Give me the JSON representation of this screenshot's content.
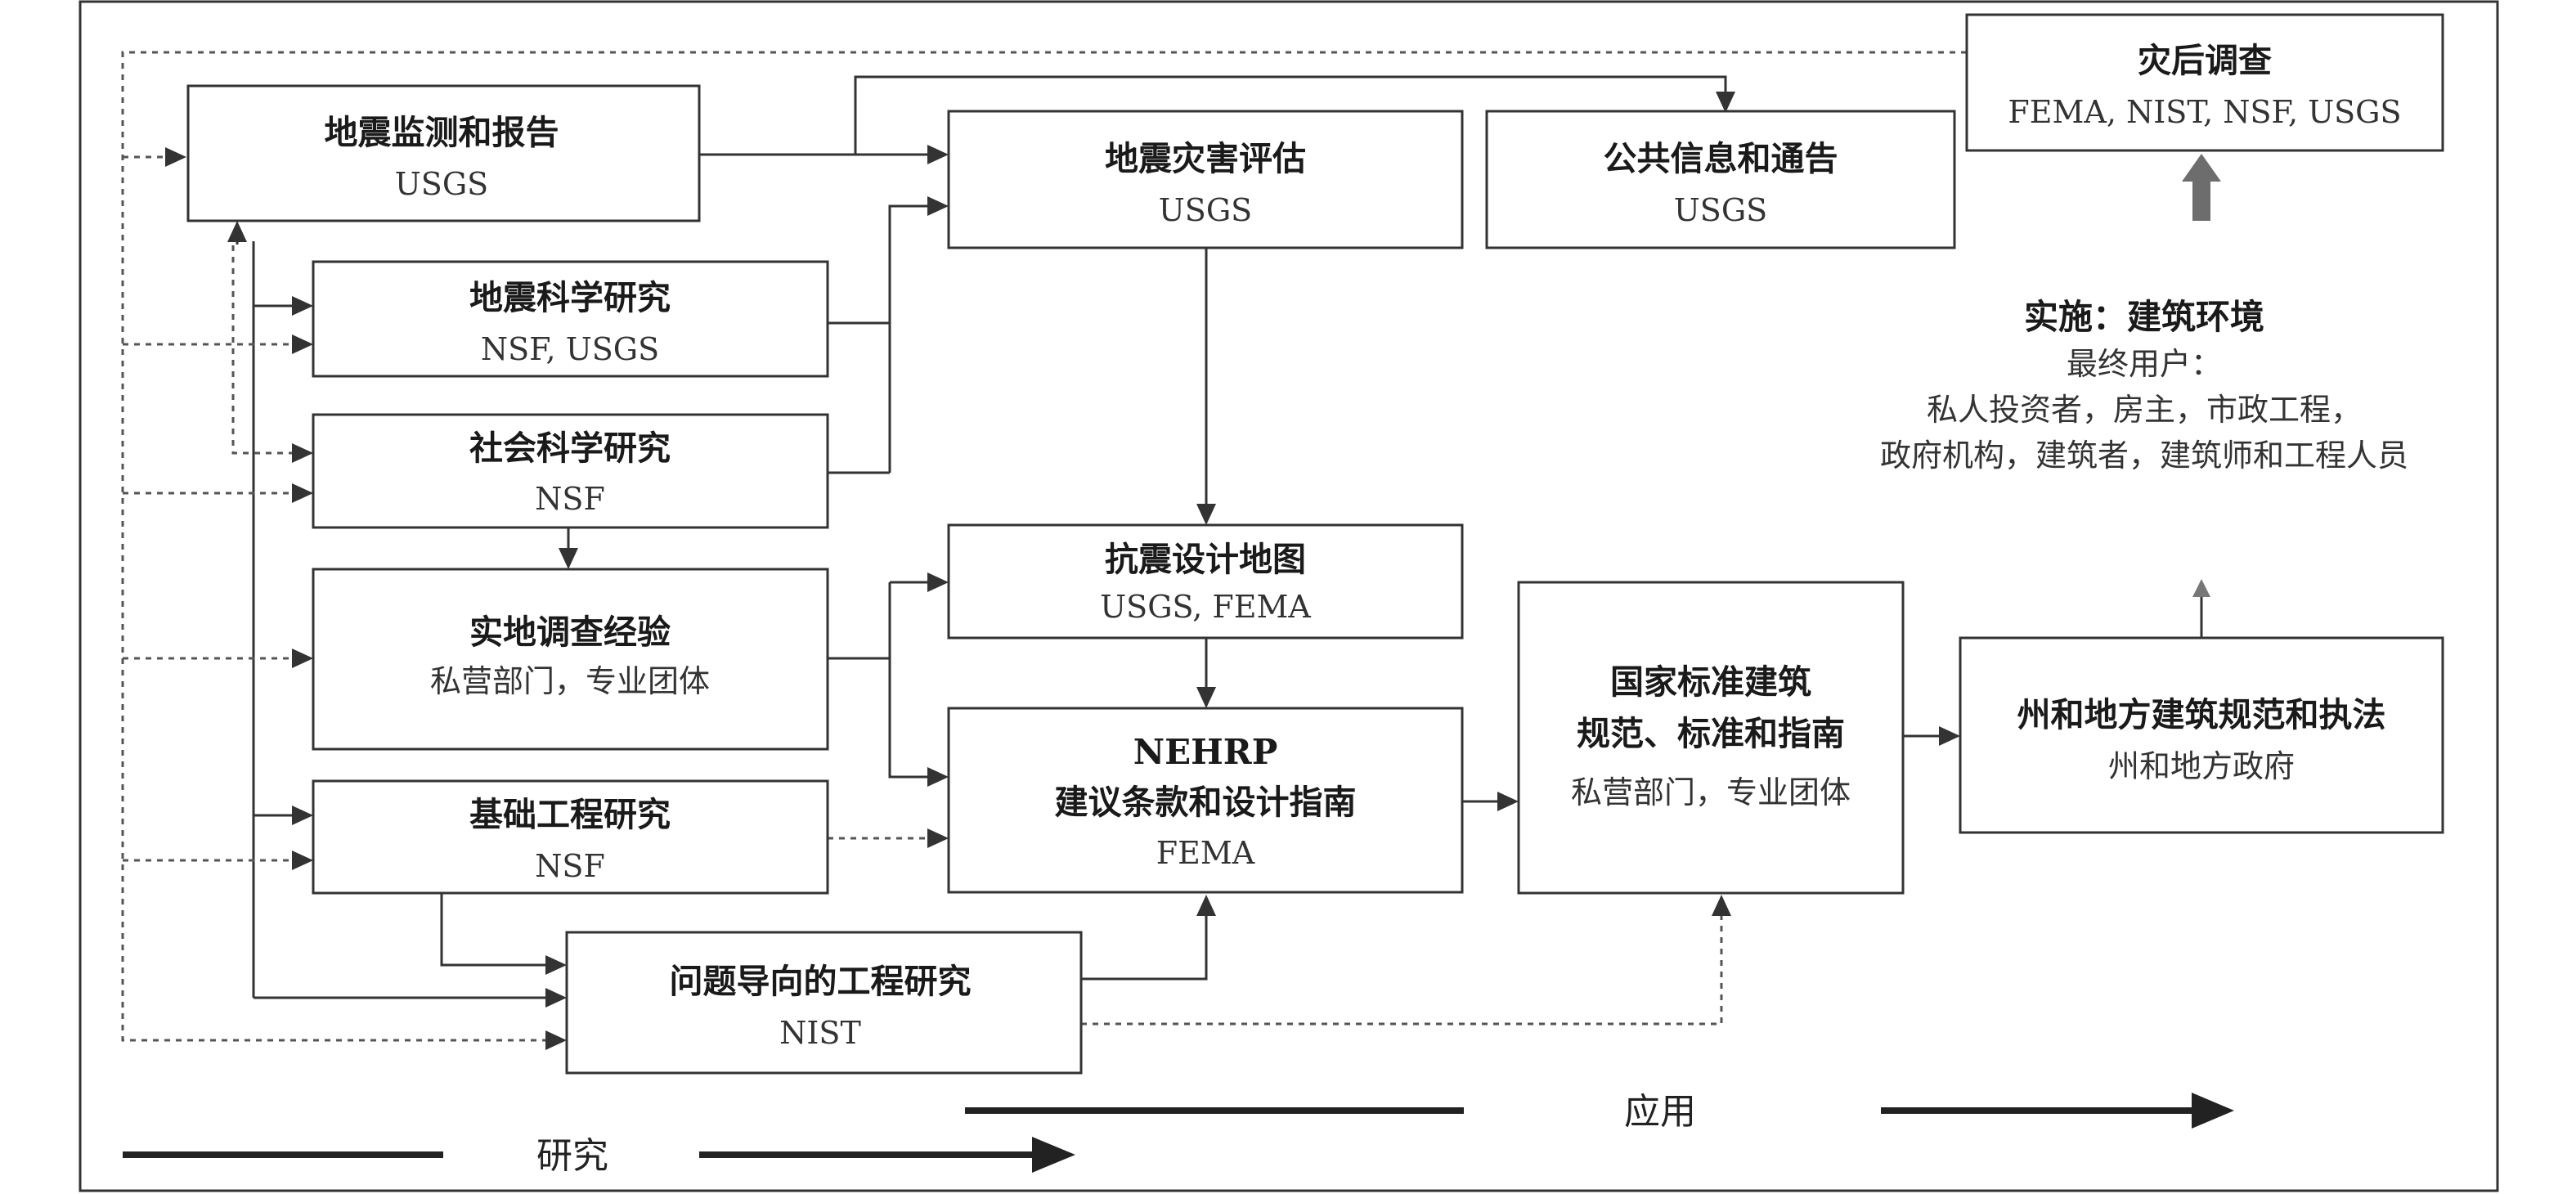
{
  "boxes": {
    "eq_monitoring": {
      "title": "地震监测和报告",
      "sub": "USGS"
    },
    "eq_science": {
      "title": "地震科学研究",
      "sub": "NSF, USGS"
    },
    "social_science": {
      "title": "社会科学研究",
      "sub": "NSF"
    },
    "field_survey": {
      "title": "实地调查经验",
      "sub": "私营部门，专业团体"
    },
    "basic_eng": {
      "title": "基础工程研究",
      "sub": "NSF"
    },
    "problem_eng": {
      "title": "问题导向的工程研究",
      "sub": "NIST"
    },
    "hazard_assess": {
      "title": "地震灾害评估",
      "sub": "USGS"
    },
    "public_info": {
      "title": "公共信息和通告",
      "sub": "USGS"
    },
    "post_disaster": {
      "title": "灾后调查",
      "sub": "FEMA, NIST, NSF, USGS"
    },
    "design_maps": {
      "title": "抗震设计地图",
      "sub": "USGS, FEMA"
    },
    "nehrp": {
      "title1": "NEHRP",
      "title2": "建议条款和设计指南",
      "sub": "FEMA"
    },
    "national_std": {
      "title1": "国家标准建筑",
      "title2": "规范、标准和指南",
      "sub": "私营部门，专业团体"
    },
    "state_local": {
      "title": "州和地方建筑规范和执法",
      "sub": "州和地方政府"
    }
  },
  "implementation": {
    "title": "实施：建筑环境",
    "line1": "最终用户：",
    "line2": "私人投资者，房主，市政工程，",
    "line3": "政府机构，建筑者，建筑师和工程人员"
  },
  "legend": {
    "research": "研究",
    "application": "应用"
  }
}
